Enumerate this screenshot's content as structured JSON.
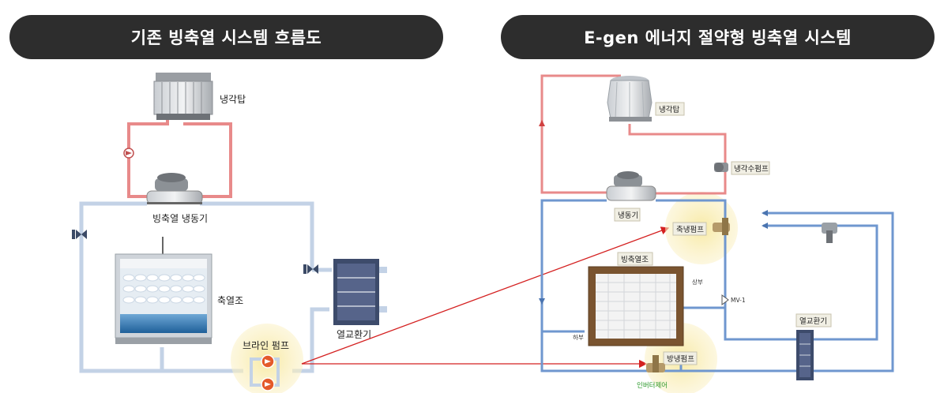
{
  "titles": {
    "left": "기존 빙축열 시스템 흐름도",
    "right": "E-gen 에너지 절약형 빙축열 시스템"
  },
  "left_diagram": {
    "cooling_tower": "냉각탑",
    "chiller": "빙축열 냉동기",
    "storage_tank": "축열조",
    "brine_pump": "브라인 펌프",
    "heat_exchanger": "열교환기"
  },
  "right_diagram": {
    "cooling_tower": "냉각탑",
    "cooling_water_pump": "냉각수펌프",
    "chiller": "냉동기",
    "storage_pump": "축냉펌프",
    "ice_storage_tank": "빙축열조",
    "upper": "상부",
    "lower": "하부",
    "valve": "MV-1",
    "ice_cooling_pump": "방냉펌프",
    "inverter": "인버터제어",
    "heat_exchanger": "열교환기"
  },
  "colors": {
    "condenser_line": "#e87a7a",
    "chilled_line": "#6f97cf",
    "brine_line_left": "#c5d3e6",
    "highlight": "#f7ecb0",
    "arrow": "#d42020",
    "title_bg": "#2d2d2d"
  },
  "icons": [
    "cooling-tower-icon",
    "chiller-icon",
    "pump-icon",
    "valve-icon",
    "heat-exchanger-icon",
    "storage-tank-icon"
  ]
}
